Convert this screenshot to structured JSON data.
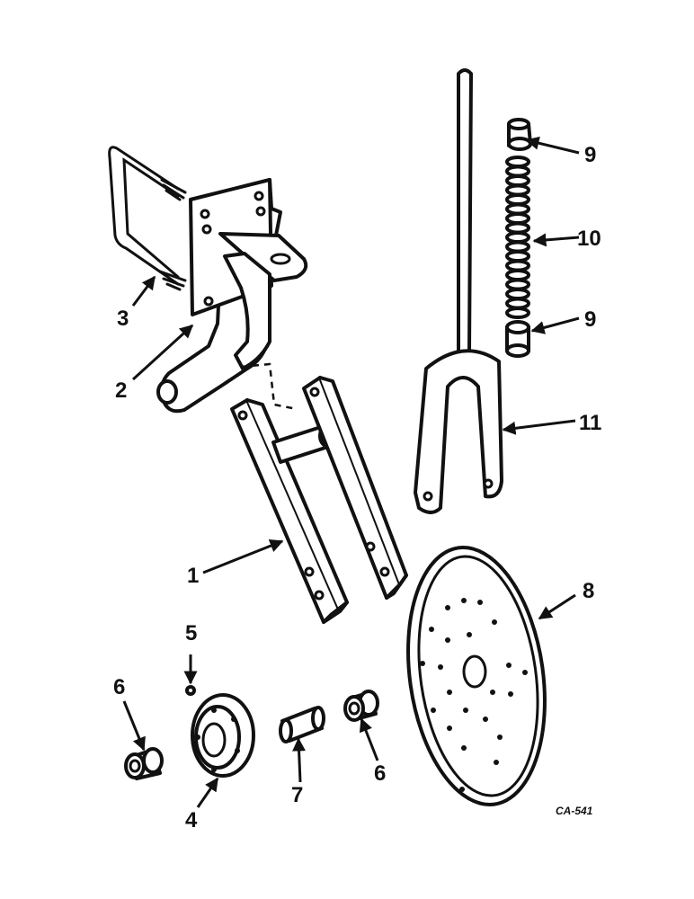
{
  "callouts": {
    "c1": "1",
    "c2": "2",
    "c3": "3",
    "c4": "4",
    "c5": "5",
    "c6a": "6",
    "c6b": "6",
    "c7": "7",
    "c8": "8",
    "c9a": "9",
    "c9b": "9",
    "c10": "10",
    "c11": "11"
  },
  "figure_code": "CA-541",
  "colors": {
    "ink": "#111111",
    "paper": "#ffffff"
  }
}
